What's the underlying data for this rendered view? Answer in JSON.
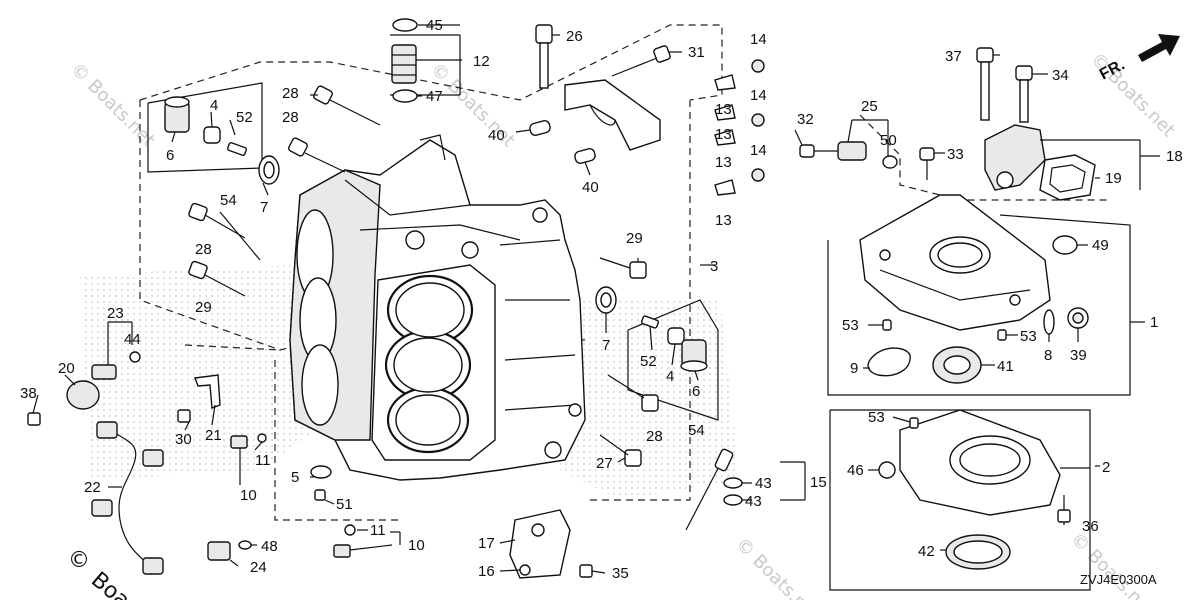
{
  "diagram_code": "ZVJ4E0300A",
  "watermark": {
    "main": "© Boats.net",
    "corner_prefix": "©",
    "corner_text": "Boa"
  },
  "direction_label": "FR.",
  "callouts": [
    {
      "id": "c45",
      "text": "45"
    },
    {
      "id": "c12",
      "text": "12"
    },
    {
      "id": "c47",
      "text": "47"
    },
    {
      "id": "c26",
      "text": "26"
    },
    {
      "id": "c31",
      "text": "31"
    },
    {
      "id": "c14a",
      "text": "14"
    },
    {
      "id": "c14b",
      "text": "14"
    },
    {
      "id": "c14c",
      "text": "14"
    },
    {
      "id": "c13a",
      "text": "13"
    },
    {
      "id": "c13b",
      "text": "13"
    },
    {
      "id": "c13c",
      "text": "13"
    },
    {
      "id": "c13d",
      "text": "13"
    },
    {
      "id": "c37",
      "text": "37"
    },
    {
      "id": "c34",
      "text": "34"
    },
    {
      "id": "c28a",
      "text": "28"
    },
    {
      "id": "c28b",
      "text": "28"
    },
    {
      "id": "c28c",
      "text": "28"
    },
    {
      "id": "c28d",
      "text": "28"
    },
    {
      "id": "c4a",
      "text": "4"
    },
    {
      "id": "c52a",
      "text": "52"
    },
    {
      "id": "c6a",
      "text": "6"
    },
    {
      "id": "c54a",
      "text": "54"
    },
    {
      "id": "c7a",
      "text": "7"
    },
    {
      "id": "c40a",
      "text": "40"
    },
    {
      "id": "c40b",
      "text": "40"
    },
    {
      "id": "c25",
      "text": "25"
    },
    {
      "id": "c32",
      "text": "32"
    },
    {
      "id": "c50",
      "text": "50"
    },
    {
      "id": "c33",
      "text": "33"
    },
    {
      "id": "c18",
      "text": "18"
    },
    {
      "id": "c19",
      "text": "19"
    },
    {
      "id": "c3",
      "text": "3"
    },
    {
      "id": "c29a",
      "text": "29"
    },
    {
      "id": "c29b",
      "text": "29"
    },
    {
      "id": "c49",
      "text": "49"
    },
    {
      "id": "c1",
      "text": "1"
    },
    {
      "id": "c23",
      "text": "23"
    },
    {
      "id": "c44",
      "text": "44"
    },
    {
      "id": "c20",
      "text": "20"
    },
    {
      "id": "c38",
      "text": "38"
    },
    {
      "id": "c7b",
      "text": "7"
    },
    {
      "id": "c52b",
      "text": "52"
    },
    {
      "id": "c4b",
      "text": "4"
    },
    {
      "id": "c6b",
      "text": "6"
    },
    {
      "id": "c54b",
      "text": "54"
    },
    {
      "id": "c53a",
      "text": "53"
    },
    {
      "id": "c53b",
      "text": "53"
    },
    {
      "id": "c8",
      "text": "8"
    },
    {
      "id": "c39",
      "text": "39"
    },
    {
      "id": "c9",
      "text": "9"
    },
    {
      "id": "c41",
      "text": "41"
    },
    {
      "id": "c30",
      "text": "30"
    },
    {
      "id": "c21",
      "text": "21"
    },
    {
      "id": "c11a",
      "text": "11"
    },
    {
      "id": "c10a",
      "text": "10"
    },
    {
      "id": "c5",
      "text": "5"
    },
    {
      "id": "c51",
      "text": "51"
    },
    {
      "id": "c27",
      "text": "27"
    },
    {
      "id": "c53c",
      "text": "53"
    },
    {
      "id": "c2",
      "text": "2"
    },
    {
      "id": "c46",
      "text": "46"
    },
    {
      "id": "c43a",
      "text": "43"
    },
    {
      "id": "c43b",
      "text": "43"
    },
    {
      "id": "c15",
      "text": "15"
    },
    {
      "id": "c22",
      "text": "22"
    },
    {
      "id": "c48",
      "text": "48"
    },
    {
      "id": "c24",
      "text": "24"
    },
    {
      "id": "c11b",
      "text": "11"
    },
    {
      "id": "c10b",
      "text": "10"
    },
    {
      "id": "c17",
      "text": "17"
    },
    {
      "id": "c16",
      "text": "16"
    },
    {
      "id": "c35",
      "text": "35"
    },
    {
      "id": "c36",
      "text": "36"
    },
    {
      "id": "c42",
      "text": "42"
    }
  ]
}
